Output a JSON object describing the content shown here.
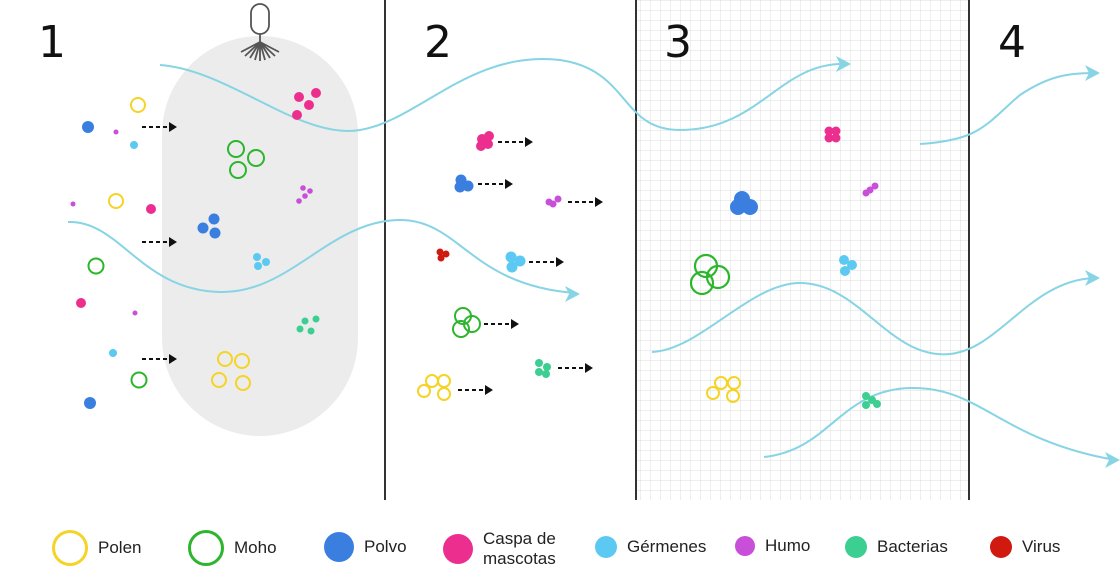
{
  "stages": [
    "1",
    "2",
    "3",
    "4"
  ],
  "legend": [
    {
      "key": "polen",
      "label": "Polen",
      "color": "#f5d327",
      "style": "ring"
    },
    {
      "key": "moho",
      "label": "Moho",
      "color": "#2db52d",
      "style": "ring"
    },
    {
      "key": "polvo",
      "label": "Polvo",
      "color": "#3a7fe0",
      "style": "filled"
    },
    {
      "key": "caspa",
      "label": "Caspa de mascotas",
      "color": "#ec2f8f",
      "style": "filled"
    },
    {
      "key": "germenes",
      "label": "Gérmenes",
      "color": "#5bc9f2",
      "style": "filled"
    },
    {
      "key": "humo",
      "label": "Humo",
      "color": "#c84fd8",
      "style": "filled"
    },
    {
      "key": "bacterias",
      "label": "Bacterias",
      "color": "#3ccf91",
      "style": "filled"
    },
    {
      "key": "virus",
      "label": "Virus",
      "color": "#d0190f",
      "style": "filled"
    }
  ],
  "colors": {
    "airflow": "#86d4e4",
    "ionizer_zone": "#ececec",
    "divider": "#333333",
    "filter_grid": "#d9d9d9",
    "arrow": "#111111"
  },
  "icons": [
    "ionizer-brush-icon",
    "airflow-arrow-icon",
    "dashed-arrow-icon"
  ]
}
